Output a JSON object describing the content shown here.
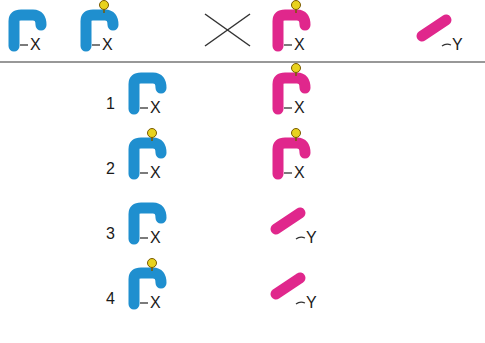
{
  "diagram": {
    "labels": [
      "X",
      "X",
      "X",
      "Y",
      "1",
      "X",
      "X",
      "2",
      "X",
      "X",
      "3",
      "X",
      "Y",
      "4",
      "X",
      "Y"
    ]
  }
}
